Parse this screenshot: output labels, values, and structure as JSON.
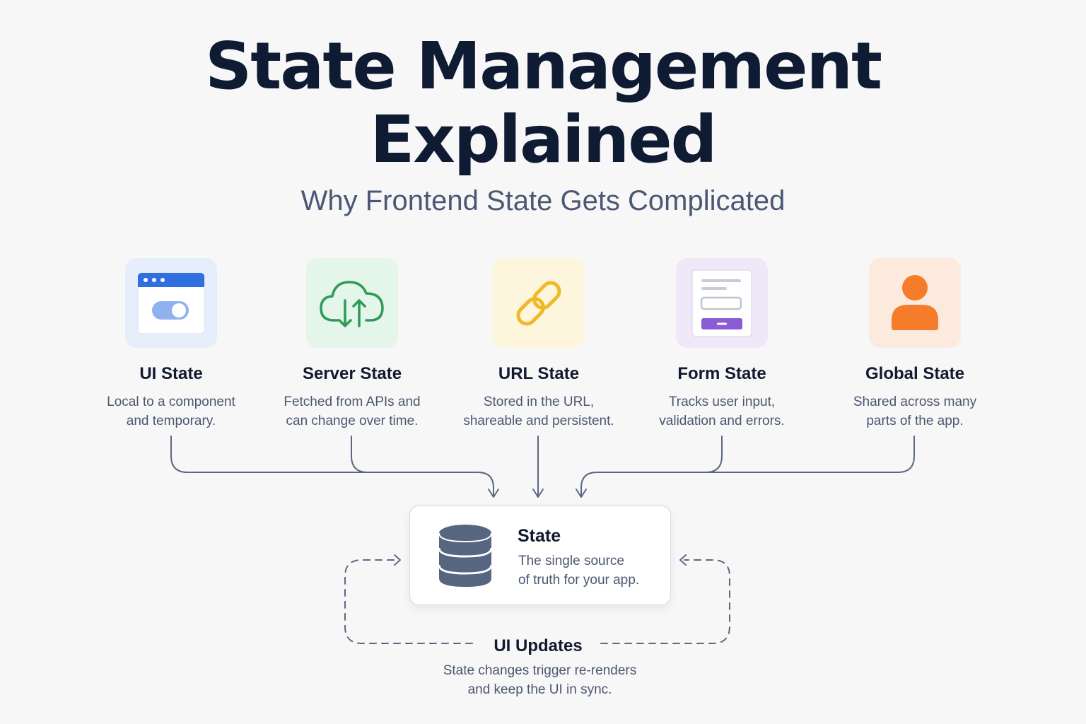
{
  "title": {
    "line1": "State Management",
    "line2": "Explained"
  },
  "subtitle": "Why Frontend State Gets Complicated",
  "state_types": [
    {
      "name": "UI State",
      "description": "Local to a component\nand temporary.",
      "icon": "browser-toggle-icon",
      "tile_color": "#e6eefc",
      "accent": "#2f6fe0"
    },
    {
      "name": "Server State",
      "description": "Fetched from APIs and\ncan change over time.",
      "icon": "cloud-sync-icon",
      "tile_color": "#e4f5ea",
      "accent": "#2f9a57"
    },
    {
      "name": "URL State",
      "description": "Stored in the URL,\nshareable and persistent.",
      "icon": "link-icon",
      "tile_color": "#fdf5dc",
      "accent": "#f0b92a"
    },
    {
      "name": "Form State",
      "description": "Tracks user input,\nvalidation and errors.",
      "icon": "form-icon",
      "tile_color": "#efe8f9",
      "accent": "#8a5cd6"
    },
    {
      "name": "Global State",
      "description": "Shared across many\nparts of the app.",
      "icon": "user-icon",
      "tile_color": "#fdeadf",
      "accent": "#f57c2a"
    }
  ],
  "central_state": {
    "title": "State",
    "description": "The single source\nof truth for your app.",
    "icon": "database-icon",
    "icon_color": "#566580"
  },
  "ui_updates": {
    "title": "UI Updates",
    "description": "State changes trigger re-renders\nand keep the UI in sync."
  },
  "colors": {
    "background": "#f7f7f8",
    "heading": "#0f1a33",
    "subtitle": "#4a5874",
    "connector": "#5b6880"
  }
}
